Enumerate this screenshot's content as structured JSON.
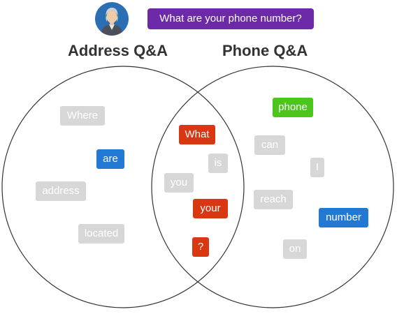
{
  "question": "What are your phone number?",
  "avatar_icon": "user-avatar-icon",
  "sets": {
    "left_title": "Address Q&A",
    "right_title": "Phone Q&A"
  },
  "colors": {
    "question_bg": "#6d2aa8",
    "grey": "#d7d7d7",
    "blue": "#2278d2",
    "red": "#d93612",
    "green": "#4cc61c"
  },
  "words": {
    "where": "Where",
    "are": "are",
    "address": "address",
    "located": "located",
    "what": "What",
    "is": "is",
    "you": "you",
    "your": "your",
    "question_mark": "?",
    "phone": "phone",
    "can": "can",
    "i": "I",
    "reach": "reach",
    "number": "number",
    "on": "on"
  }
}
